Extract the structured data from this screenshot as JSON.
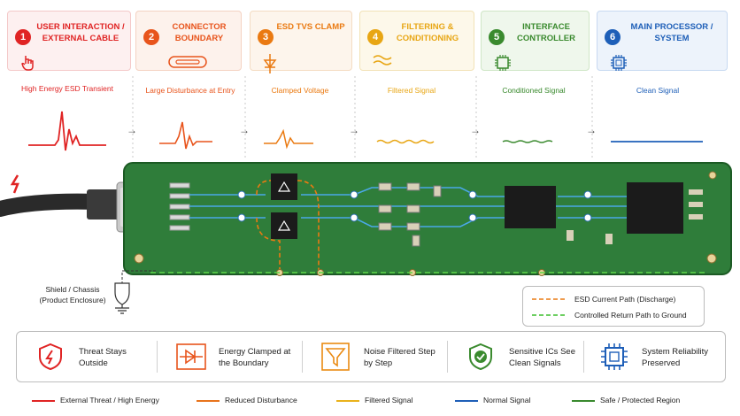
{
  "stages": [
    {
      "num": "1",
      "title": "USER INTERACTION / EXTERNAL CABLE",
      "color": "#e02424",
      "bg": "#fdf0f0",
      "icon": "hand-pointer-icon"
    },
    {
      "num": "2",
      "title": "CONNECTOR BOUNDARY",
      "color": "#e8541c",
      "bg": "#fdf2ec",
      "icon": "connector-icon"
    },
    {
      "num": "3",
      "title": "ESD TVS CLAMP",
      "color": "#ea7a12",
      "bg": "#fdf5ec",
      "icon": "tvs-diode-icon"
    },
    {
      "num": "4",
      "title": "FILTERING & CONDITIONING",
      "color": "#e8a614",
      "bg": "#fdf8ea",
      "icon": "wave-filter-icon"
    },
    {
      "num": "5",
      "title": "INTERFACE CONTROLLER",
      "color": "#3a8a2e",
      "bg": "#eff7ec",
      "icon": "chip-icon"
    },
    {
      "num": "6",
      "title": "MAIN PROCESSOR / SYSTEM",
      "color": "#1e5fb8",
      "bg": "#edf3fb",
      "icon": "processor-icon"
    }
  ],
  "signals": [
    {
      "label": "High Energy ESD Transient",
      "color": "#e02424"
    },
    {
      "label": "Large Disturbance at Entry",
      "color": "#e8541c"
    },
    {
      "label": "Clamped Voltage",
      "color": "#ea7a12"
    },
    {
      "label": "Filtered Signal",
      "color": "#e8a614"
    },
    {
      "label": "Conditioned Signal",
      "color": "#3a8a2e"
    },
    {
      "label": "Clean Signal",
      "color": "#1e5fb8"
    }
  ],
  "shield_label": "Shield / Chassis (Product Enclosure)",
  "path_legend": [
    {
      "label": "ESD Current Path (Discharge)",
      "color": "#ea7a12"
    },
    {
      "label": "Controlled Return Path to Ground",
      "color": "#3fbf2e"
    }
  ],
  "benefits": [
    {
      "text": "Threat Stays Outside",
      "icon": "shield-bolt-icon",
      "color": "#e02424"
    },
    {
      "text": "Energy Clamped at the Boundary",
      "icon": "diode-clamp-icon",
      "color": "#e8541c"
    },
    {
      "text": "Noise Filtered Step by Step",
      "icon": "funnel-icon",
      "color": "#ea8a12"
    },
    {
      "text": "Sensitive ICs See Clean Signals",
      "icon": "shield-check-icon",
      "color": "#3a8a2e"
    },
    {
      "text": "System Reliability Preserved",
      "icon": "cpu-icon",
      "color": "#1e5fb8"
    }
  ],
  "color_key": [
    {
      "label": "External Threat / High Energy",
      "color": "#e02424"
    },
    {
      "label": "Reduced Disturbance",
      "color": "#e8741c"
    },
    {
      "label": "Filtered Signal",
      "color": "#eab21c"
    },
    {
      "label": "Normal Signal",
      "color": "#1e5fb8"
    },
    {
      "label": "Safe / Protected Region",
      "color": "#3a8a2e"
    }
  ]
}
